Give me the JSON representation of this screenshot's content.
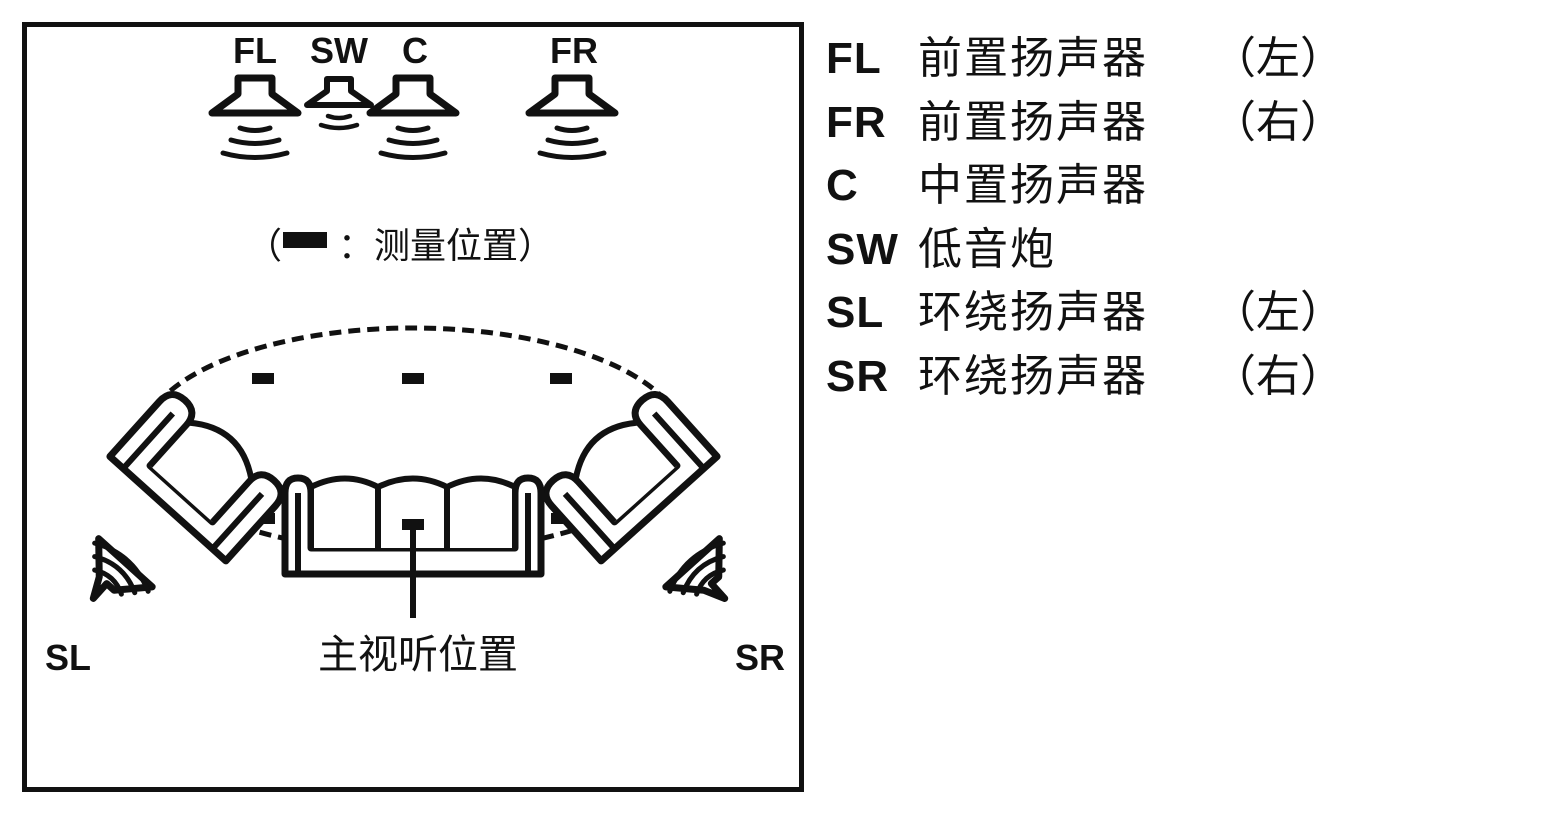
{
  "diagram": {
    "labels": {
      "fl": "FL",
      "sw": "SW",
      "c": "C",
      "fr": "FR",
      "sl": "SL",
      "sr": "SR"
    },
    "measure_note": {
      "open": "（",
      "text": "：测量位置）"
    },
    "main_position": "主视听位置"
  },
  "legend": [
    {
      "code": "FL",
      "desc": "前置扬声器",
      "side": "（左）"
    },
    {
      "code": "FR",
      "desc": "前置扬声器",
      "side": "（右）"
    },
    {
      "code": "C",
      "desc": "中置扬声器",
      "side": ""
    },
    {
      "code": "SW",
      "desc": "低音炮",
      "side": ""
    },
    {
      "code": "SL",
      "desc": "环绕扬声器",
      "side": "（左）"
    },
    {
      "code": "SR",
      "desc": "环绕扬声器",
      "side": "（右）"
    }
  ]
}
